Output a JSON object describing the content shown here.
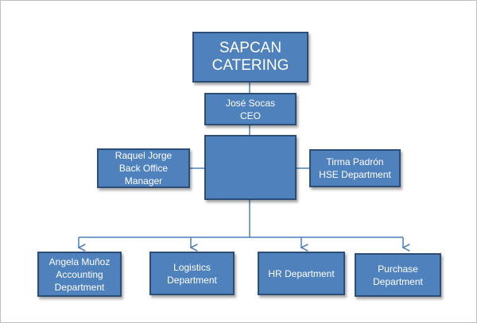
{
  "company": {
    "name_line1": "SAPCAN",
    "name_line2": "CATERING"
  },
  "ceo": {
    "name": "José Socas",
    "role": "CEO"
  },
  "hub": {
    "label": ""
  },
  "back_office": {
    "line1": "Raquel Jorge",
    "line2": "Back Office",
    "line3": "Manager"
  },
  "hse": {
    "line1": "Tirma Padrón",
    "line2": "HSE Department"
  },
  "departments": [
    {
      "line1": "Angela Muñoz",
      "line2": "Accounting",
      "line3": "Department"
    },
    {
      "line1": "Logistics",
      "line2": "Department"
    },
    {
      "line1": "HR Department"
    },
    {
      "line1": "Purchase",
      "line2": "Department"
    }
  ],
  "colors": {
    "box_fill": "#4f81bd",
    "box_border": "#2c4d75",
    "connector": "#4a7ebb",
    "text": "#ffffff"
  }
}
